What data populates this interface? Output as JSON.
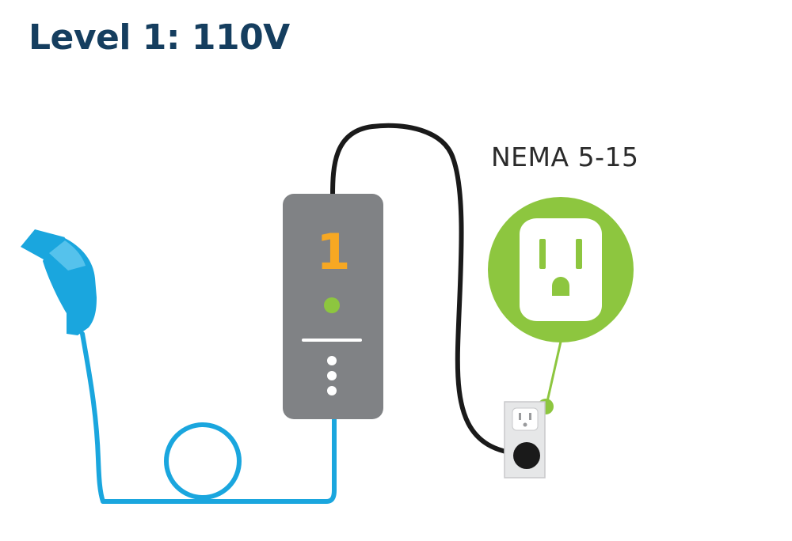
{
  "title": "Level 1: 110V",
  "outlet_label": "NEMA 5-15",
  "charger": {
    "level_number": "1"
  },
  "colors": {
    "title": "#153e5f",
    "connector_blue": "#1aa6de",
    "charger_gray": "#808285",
    "level_orange": "#f7a823",
    "accent_green": "#8dc63f",
    "cord_black": "#1a1a1a"
  },
  "icons": {
    "connector": "ev-charging-connector-icon",
    "charger": "portable-charger-unit-icon",
    "outlet": "nema-5-15-outlet-icon",
    "wall_outlet": "wall-outlet-icon"
  }
}
